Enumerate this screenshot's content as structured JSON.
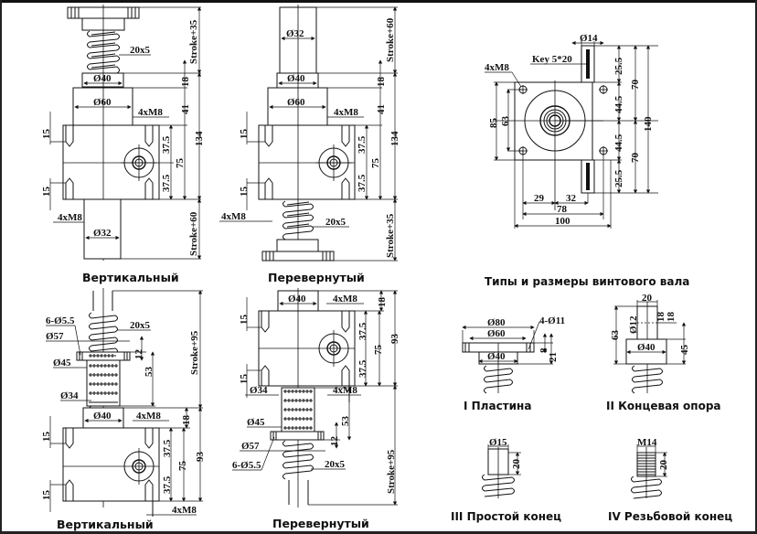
{
  "captions": {
    "top_left": "Вертикальный",
    "top_middle": "Перевернутый",
    "bottom_left": "Вертикальный",
    "bottom_middle": "Перевернутый",
    "shaft_section_title": "Типы и размеры винтового вала",
    "type1": "I Пластина",
    "type2": "II Концевая опора",
    "type3": "III Простой конец",
    "type4": "IV Резьбовой конец"
  },
  "views": {
    "vertical_top": {
      "thread": "20x5",
      "stroke_upper": "Stroke+35",
      "stroke_lower": "Stroke+60",
      "d_collar": "Ø40",
      "d_flange": "Ø60",
      "d_tube": "Ø32",
      "holes_top": "4xM8",
      "holes_bottom": "4xM8",
      "h18": "18",
      "h41": "41",
      "h134": "134",
      "h37a": "37.5",
      "h37b": "37.5",
      "h75": "75",
      "h15a": "15",
      "h15b": "15"
    },
    "inverted_top": {
      "thread": "20x5",
      "stroke_upper": "Stroke+60",
      "stroke_lower": "Stroke+35",
      "d_tube": "Ø32",
      "d_collar": "Ø40",
      "d_flange": "Ø60",
      "holes_top": "4xM8",
      "holes_bottom": "4xM8",
      "h18": "18",
      "h41": "41",
      "h134": "134",
      "h37a": "37.5",
      "h37b": "37.5",
      "h75": "75",
      "h15a": "15",
      "h15b": "15"
    },
    "vertical_bottom": {
      "thread": "20x5",
      "holes_nut": "6-Ø5.5",
      "d57": "Ø57",
      "d45": "Ø45",
      "d34": "Ø34",
      "h12": "12",
      "h53": "53",
      "stroke": "Stroke+95",
      "d_collar": "Ø40",
      "holes_top": "4xM8",
      "holes_bottom": "4xM8",
      "h18": "18",
      "h93": "93",
      "h37a": "37.5",
      "h37b": "37.5",
      "h75": "75",
      "h15a": "15",
      "h15b": "15"
    },
    "inverted_bottom": {
      "thread": "20x5",
      "holes_nut": "6-Ø5.5",
      "d57": "Ø57",
      "d45": "Ø45",
      "d34": "Ø34",
      "h12": "12",
      "h53": "53",
      "stroke": "Stroke+95",
      "d_collar": "Ø40",
      "holes_top": "4xM8",
      "holes_bottom": "4xM8",
      "h18": "18",
      "h93": "93",
      "h37a": "37.5",
      "h37b": "37.5",
      "h75": "75",
      "h15a": "15",
      "h15b": "15"
    },
    "plan": {
      "d_shaft": "Ø14",
      "key": "Key 5*20",
      "holes": "4xM8",
      "h85": "85",
      "h63": "63",
      "h25a": "25.5",
      "h44a": "44.5",
      "h44b": "44.5",
      "h25b": "25.5",
      "h70a": "70",
      "h70b": "70",
      "h140": "140",
      "w29": "29",
      "w32": "32",
      "w78": "78",
      "w100": "100"
    },
    "type1": {
      "d80": "Ø80",
      "d60": "Ø60",
      "d40": "Ø40",
      "holes": "4-Ø11",
      "h8": "8",
      "h21": "21"
    },
    "type2": {
      "w20": "20",
      "d12": "Ø12",
      "h18a": "18",
      "h18b": "18",
      "h63": "63",
      "h45": "45",
      "d40": "Ø40"
    },
    "type3": {
      "d15": "Ø15",
      "h20": "20"
    },
    "type4": {
      "m14": "M14",
      "h20": "20"
    }
  }
}
